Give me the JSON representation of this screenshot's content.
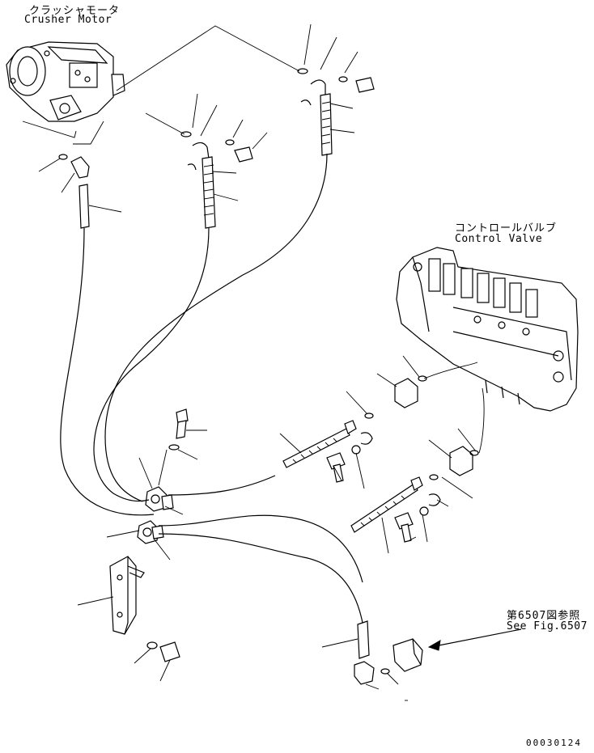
{
  "labels": {
    "crusher_motor_ja": "クラッシャモータ",
    "crusher_motor_en": "Crusher Motor",
    "control_valve_ja": "コントロールバルブ",
    "control_valve_en": "Control Valve",
    "see_fig_ja": "第6507図参照",
    "see_fig_en": "See Fig.6507",
    "drawing_code": "00030124"
  }
}
